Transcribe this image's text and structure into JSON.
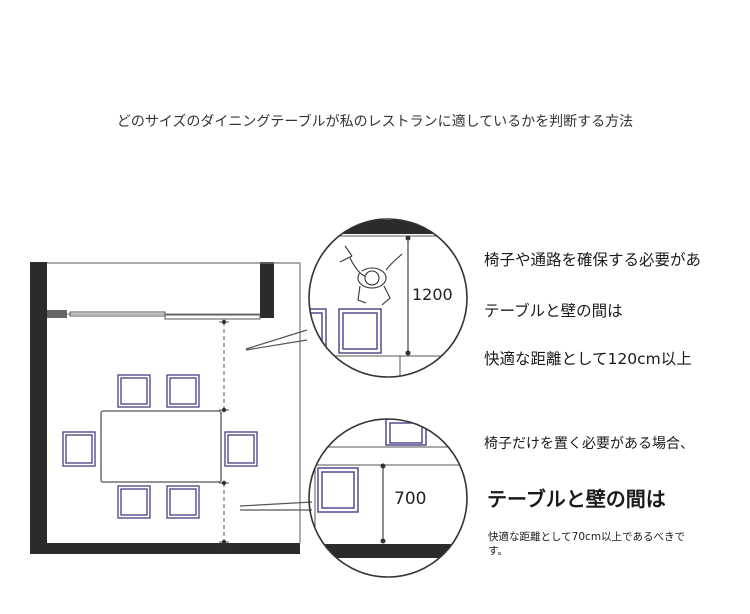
{
  "title": "どのサイズのダイニングテーブルが私のレストランに適しているかを判断する方法",
  "callout_top": {
    "dimension": "1200",
    "line1": "椅子や通路を確保する必要があ",
    "line2": "テーブルと壁の間は",
    "line3": "快適な距離として120cm以上"
  },
  "callout_bottom": {
    "dimension": "700",
    "line1": "椅子だけを置く必要がある場合、",
    "line2": "テーブルと壁の間は",
    "line3": "快適な距離として70cm以上であるべきです。"
  },
  "colors": {
    "wall": "#2b2b2b",
    "chair": "#4d3b86",
    "line": "#555555"
  }
}
